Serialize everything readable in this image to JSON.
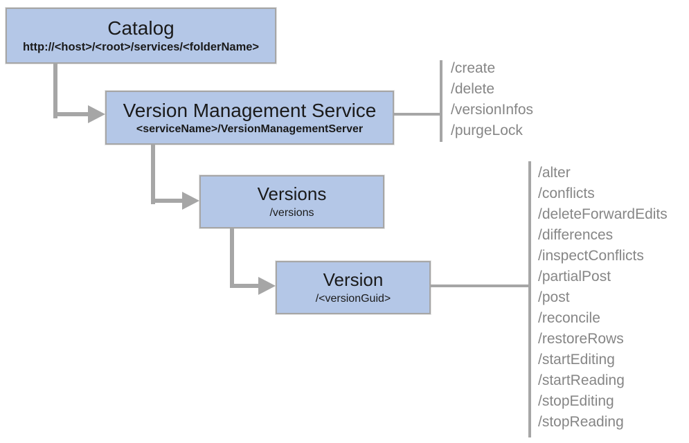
{
  "nodes": {
    "catalog": {
      "title": "Catalog",
      "subtitle": "http://<host>/<root>/services/<folderName>"
    },
    "vms": {
      "title": "Version Management Service",
      "subtitle": "<serviceName>/VersionManagementServer"
    },
    "versions": {
      "title": "Versions",
      "subtitle": "/versions"
    },
    "version": {
      "title": "Version",
      "subtitle": "/<versionGuid>"
    }
  },
  "vms_operations": [
    "/create",
    "/delete",
    "/versionInfos",
    "/purgeLock"
  ],
  "version_operations": [
    "/alter",
    "/conflicts",
    "/deleteForwardEdits",
    "/differences",
    "/inspectConflicts",
    "/partialPost",
    "/post",
    "/reconcile",
    "/restoreRows",
    "/startEditing",
    "/startReading",
    "/stopEditing",
    "/stopReading"
  ],
  "colors": {
    "node_fill": "#b4c7e7",
    "node_border": "#a6a6a6",
    "connector": "#a6a6a6",
    "operation_text": "#868686",
    "title_text": "#1a1a1a",
    "background": "#ffffff"
  }
}
